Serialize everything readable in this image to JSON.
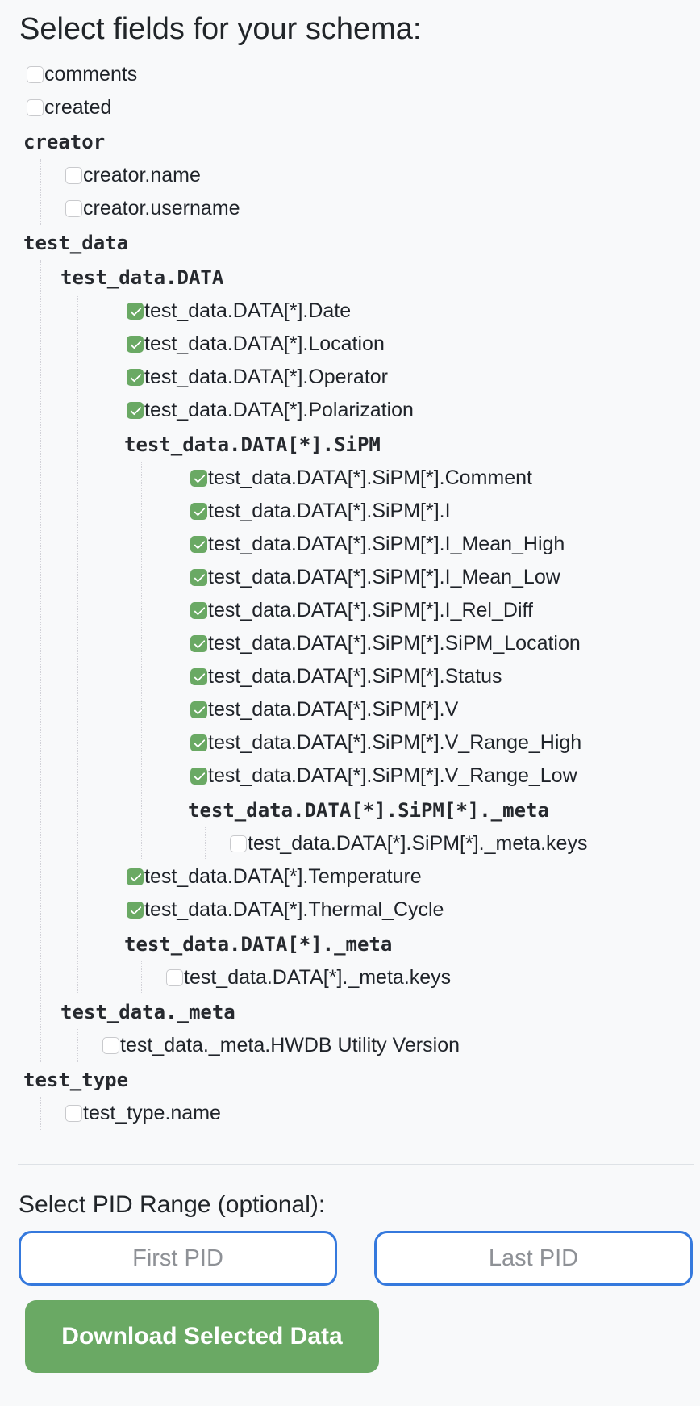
{
  "title": "Select fields for your schema:",
  "colors": {
    "page_bg": "#f8f9fa",
    "accent_green": "#6aa964",
    "accent_blue": "#3579dd",
    "text": "#212529",
    "placeholder": "#8e9196"
  },
  "tree": [
    {
      "label": "comments",
      "type": "field",
      "checked": false
    },
    {
      "label": "created",
      "type": "field",
      "checked": false
    },
    {
      "label": "creator",
      "type": "group",
      "children": [
        {
          "label": "creator.name",
          "type": "field",
          "checked": false
        },
        {
          "label": "creator.username",
          "type": "field",
          "checked": false
        }
      ]
    },
    {
      "label": "test_data",
      "type": "group",
      "children": [
        {
          "label": "test_data.DATA",
          "type": "group",
          "array": true,
          "children": [
            {
              "label": "test_data.DATA[*].Date",
              "type": "field",
              "checked": true
            },
            {
              "label": "test_data.DATA[*].Location",
              "type": "field",
              "checked": true
            },
            {
              "label": "test_data.DATA[*].Operator",
              "type": "field",
              "checked": true
            },
            {
              "label": "test_data.DATA[*].Polarization",
              "type": "field",
              "checked": true
            },
            {
              "label": "test_data.DATA[*].SiPM",
              "type": "group",
              "array": true,
              "children": [
                {
                  "label": "test_data.DATA[*].SiPM[*].Comment",
                  "type": "field",
                  "checked": true
                },
                {
                  "label": "test_data.DATA[*].SiPM[*].I",
                  "type": "field",
                  "checked": true
                },
                {
                  "label": "test_data.DATA[*].SiPM[*].I_Mean_High",
                  "type": "field",
                  "checked": true
                },
                {
                  "label": "test_data.DATA[*].SiPM[*].I_Mean_Low",
                  "type": "field",
                  "checked": true
                },
                {
                  "label": "test_data.DATA[*].SiPM[*].I_Rel_Diff",
                  "type": "field",
                  "checked": true
                },
                {
                  "label": "test_data.DATA[*].SiPM[*].SiPM_Location",
                  "type": "field",
                  "checked": true
                },
                {
                  "label": "test_data.DATA[*].SiPM[*].Status",
                  "type": "field",
                  "checked": true
                },
                {
                  "label": "test_data.DATA[*].SiPM[*].V",
                  "type": "field",
                  "checked": true
                },
                {
                  "label": "test_data.DATA[*].SiPM[*].V_Range_High",
                  "type": "field",
                  "checked": true
                },
                {
                  "label": "test_data.DATA[*].SiPM[*].V_Range_Low",
                  "type": "field",
                  "checked": true
                },
                {
                  "label": "test_data.DATA[*].SiPM[*]._meta",
                  "type": "group",
                  "children": [
                    {
                      "label": "test_data.DATA[*].SiPM[*]._meta.keys",
                      "type": "field",
                      "checked": false
                    }
                  ]
                }
              ]
            },
            {
              "label": "test_data.DATA[*].Temperature",
              "type": "field",
              "checked": true
            },
            {
              "label": "test_data.DATA[*].Thermal_Cycle",
              "type": "field",
              "checked": true
            },
            {
              "label": "test_data.DATA[*]._meta",
              "type": "group",
              "children": [
                {
                  "label": "test_data.DATA[*]._meta.keys",
                  "type": "field",
                  "checked": false
                }
              ]
            }
          ]
        },
        {
          "label": "test_data._meta",
          "type": "group",
          "children": [
            {
              "label": "test_data._meta.HWDB Utility Version",
              "type": "field",
              "checked": false
            }
          ]
        }
      ]
    },
    {
      "label": "test_type",
      "type": "group",
      "children": [
        {
          "label": "test_type.name",
          "type": "field",
          "checked": false
        }
      ]
    }
  ],
  "pid_range": {
    "label": "Select PID Range (optional):",
    "first_placeholder": "First PID",
    "last_placeholder": "Last PID"
  },
  "download_button": {
    "label": "Download Selected Data"
  }
}
